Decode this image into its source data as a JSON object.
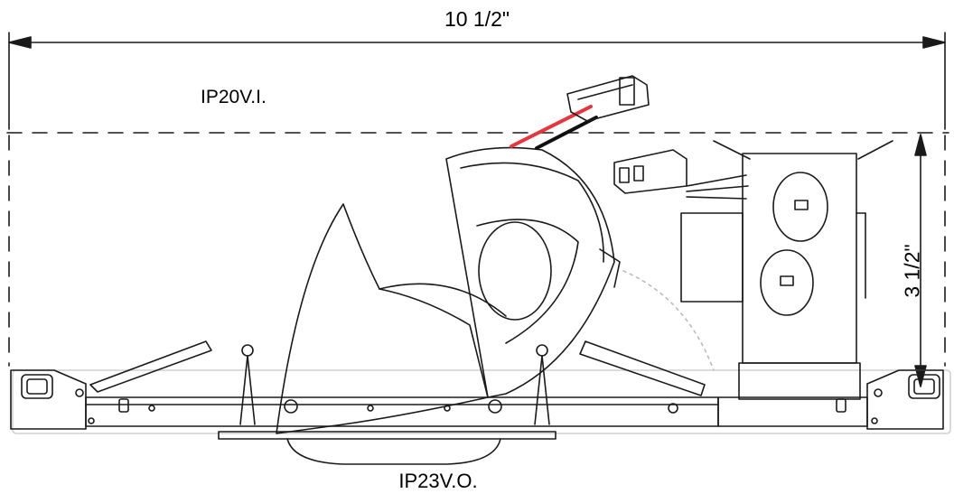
{
  "dimensions": {
    "width": "10 1/2\"",
    "height": "3 1/2\""
  },
  "labels": {
    "upper_rating": "IP20V.I.",
    "lower_rating": "IP23V.O."
  },
  "colors": {
    "line": "#1a1a1a",
    "wire_red": "#e8343c",
    "wire_black": "#111111"
  }
}
